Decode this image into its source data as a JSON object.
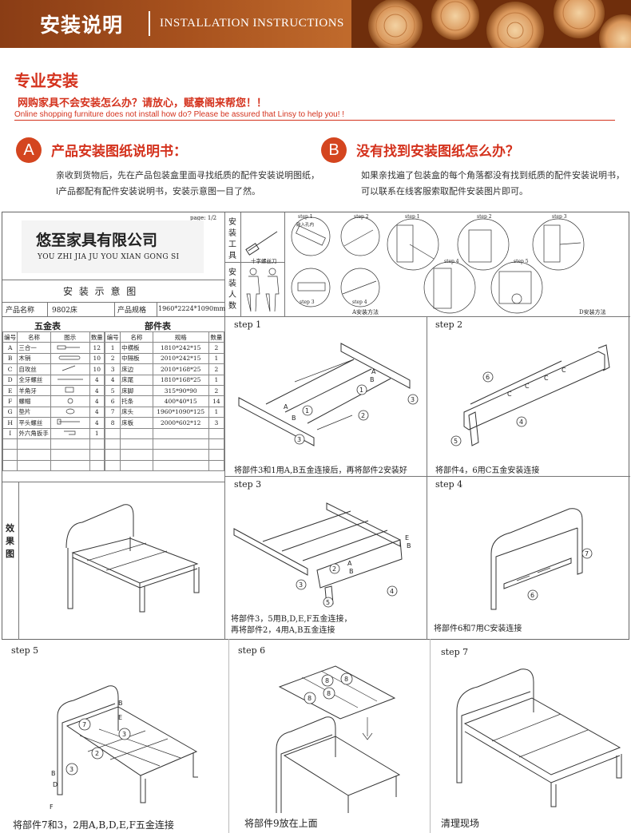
{
  "banner": {
    "title_cn": "安装说明",
    "title_en": "INSTALLATION INSTRUCTIONS"
  },
  "intro": {
    "title": "专业安装",
    "subtitle": "网购家具不会安装怎么办？请放心，赋豪阁来帮您！！",
    "subtitle_en": "Online shopping furniture does not install how do? Please be assured that Linsy to help you! !"
  },
  "section_a": {
    "badge": "A",
    "heading": "产品安装图纸说明书：",
    "text": "亲收到货物后，先在产品包装盒里面寻找纸质的配件安装说明图纸，l产品都配有配件安装说明书，安装示意图一目了然。"
  },
  "section_b": {
    "badge": "B",
    "heading": "没有找到安装图纸怎么办？",
    "text": "如果亲找遍了包装盒的每个角落都没有找到纸质的配件安装说明书，可以联系在线客服索取配件安装图片即可。"
  },
  "sheet": {
    "page": "page: 1/2",
    "company_cn": "悠至家具有限公司",
    "company_en": "YOU ZHI JIA JU YOU XIAN GONG SI",
    "diagram_title": "安 装 示 意 图",
    "product_name_label": "产品名称",
    "product_name": "9802床",
    "product_spec_label": "产品规格",
    "product_spec": "1960*2224*1090mm",
    "tools_label": "安装工具",
    "tools_name": "十字螺丝刀",
    "people_label": "安装人数",
    "method_a": "A安装方法",
    "method_d": "D安装方法",
    "effect_label": "效果图",
    "small_steps": [
      "step 1",
      "step 2",
      "step 3",
      "step 4",
      "step 1",
      "step 2",
      "step 3",
      "step 4",
      "step 5"
    ],
    "small_step1_note": "敲入孔内",
    "hardware": {
      "title": "五金表",
      "headers": [
        "编号",
        "名称",
        "图示",
        "数量"
      ],
      "rows": [
        {
          "no": "A",
          "name": "三合一",
          "qty": "12"
        },
        {
          "no": "B",
          "name": "木销",
          "qty": "10"
        },
        {
          "no": "C",
          "name": "自攻丝",
          "qty": "10"
        },
        {
          "no": "D",
          "name": "全牙螺丝",
          "qty": "4"
        },
        {
          "no": "E",
          "name": "羊角牙",
          "qty": "4"
        },
        {
          "no": "F",
          "name": "螺帽",
          "qty": "4"
        },
        {
          "no": "G",
          "name": "垫片",
          "qty": "4"
        },
        {
          "no": "H",
          "name": "平头螺丝",
          "qty": "4"
        },
        {
          "no": "I",
          "name": "外六角扳手",
          "qty": "1"
        }
      ]
    },
    "parts": {
      "title": "部件表",
      "headers": [
        "编号",
        "名称",
        "规格",
        "数量"
      ],
      "rows": [
        {
          "no": "1",
          "name": "中横板",
          "spec": "1810*242*15",
          "qty": "2"
        },
        {
          "no": "2",
          "name": "中隔板",
          "spec": "2010*242*15",
          "qty": "1"
        },
        {
          "no": "3",
          "name": "床边",
          "spec": "2010*168*25",
          "qty": "2"
        },
        {
          "no": "4",
          "name": "床尾",
          "spec": "1810*168*25",
          "qty": "1"
        },
        {
          "no": "5",
          "name": "床脚",
          "spec": "315*90*90",
          "qty": "2"
        },
        {
          "no": "6",
          "name": "托条",
          "spec": "400*40*15",
          "qty": "14"
        },
        {
          "no": "7",
          "name": "床头",
          "spec": "1960*1090*125",
          "qty": "1"
        },
        {
          "no": "8",
          "name": "床板",
          "spec": "2000*602*12",
          "qty": "3"
        }
      ]
    },
    "steps": {
      "s1": {
        "label": "step 1",
        "caption": "将部件3和1用A,B五金连接后，再将部件2安装好"
      },
      "s2": {
        "label": "step 2",
        "caption": "将部件4，6用C五金安装连接"
      },
      "s3": {
        "label": "step 3",
        "caption1": "将部件3，5用B,D,E,F五金连接，",
        "caption2": "再将部件2，4用A,B五金连接"
      },
      "s4": {
        "label": "step 4",
        "caption": "将部件6和7用C安装连接"
      }
    }
  },
  "bottom": {
    "s5": {
      "label": "step 5",
      "caption": "将部件7和3，2用A,B,D,E,F五金连接"
    },
    "s6": {
      "label": "step 6",
      "caption": "将部件9放在上面"
    },
    "s7": {
      "label": "step 7",
      "caption": "清理现场"
    }
  },
  "colors": {
    "accent": "#d4321d",
    "banner": "#a8521e",
    "badge": "#d4451f"
  }
}
